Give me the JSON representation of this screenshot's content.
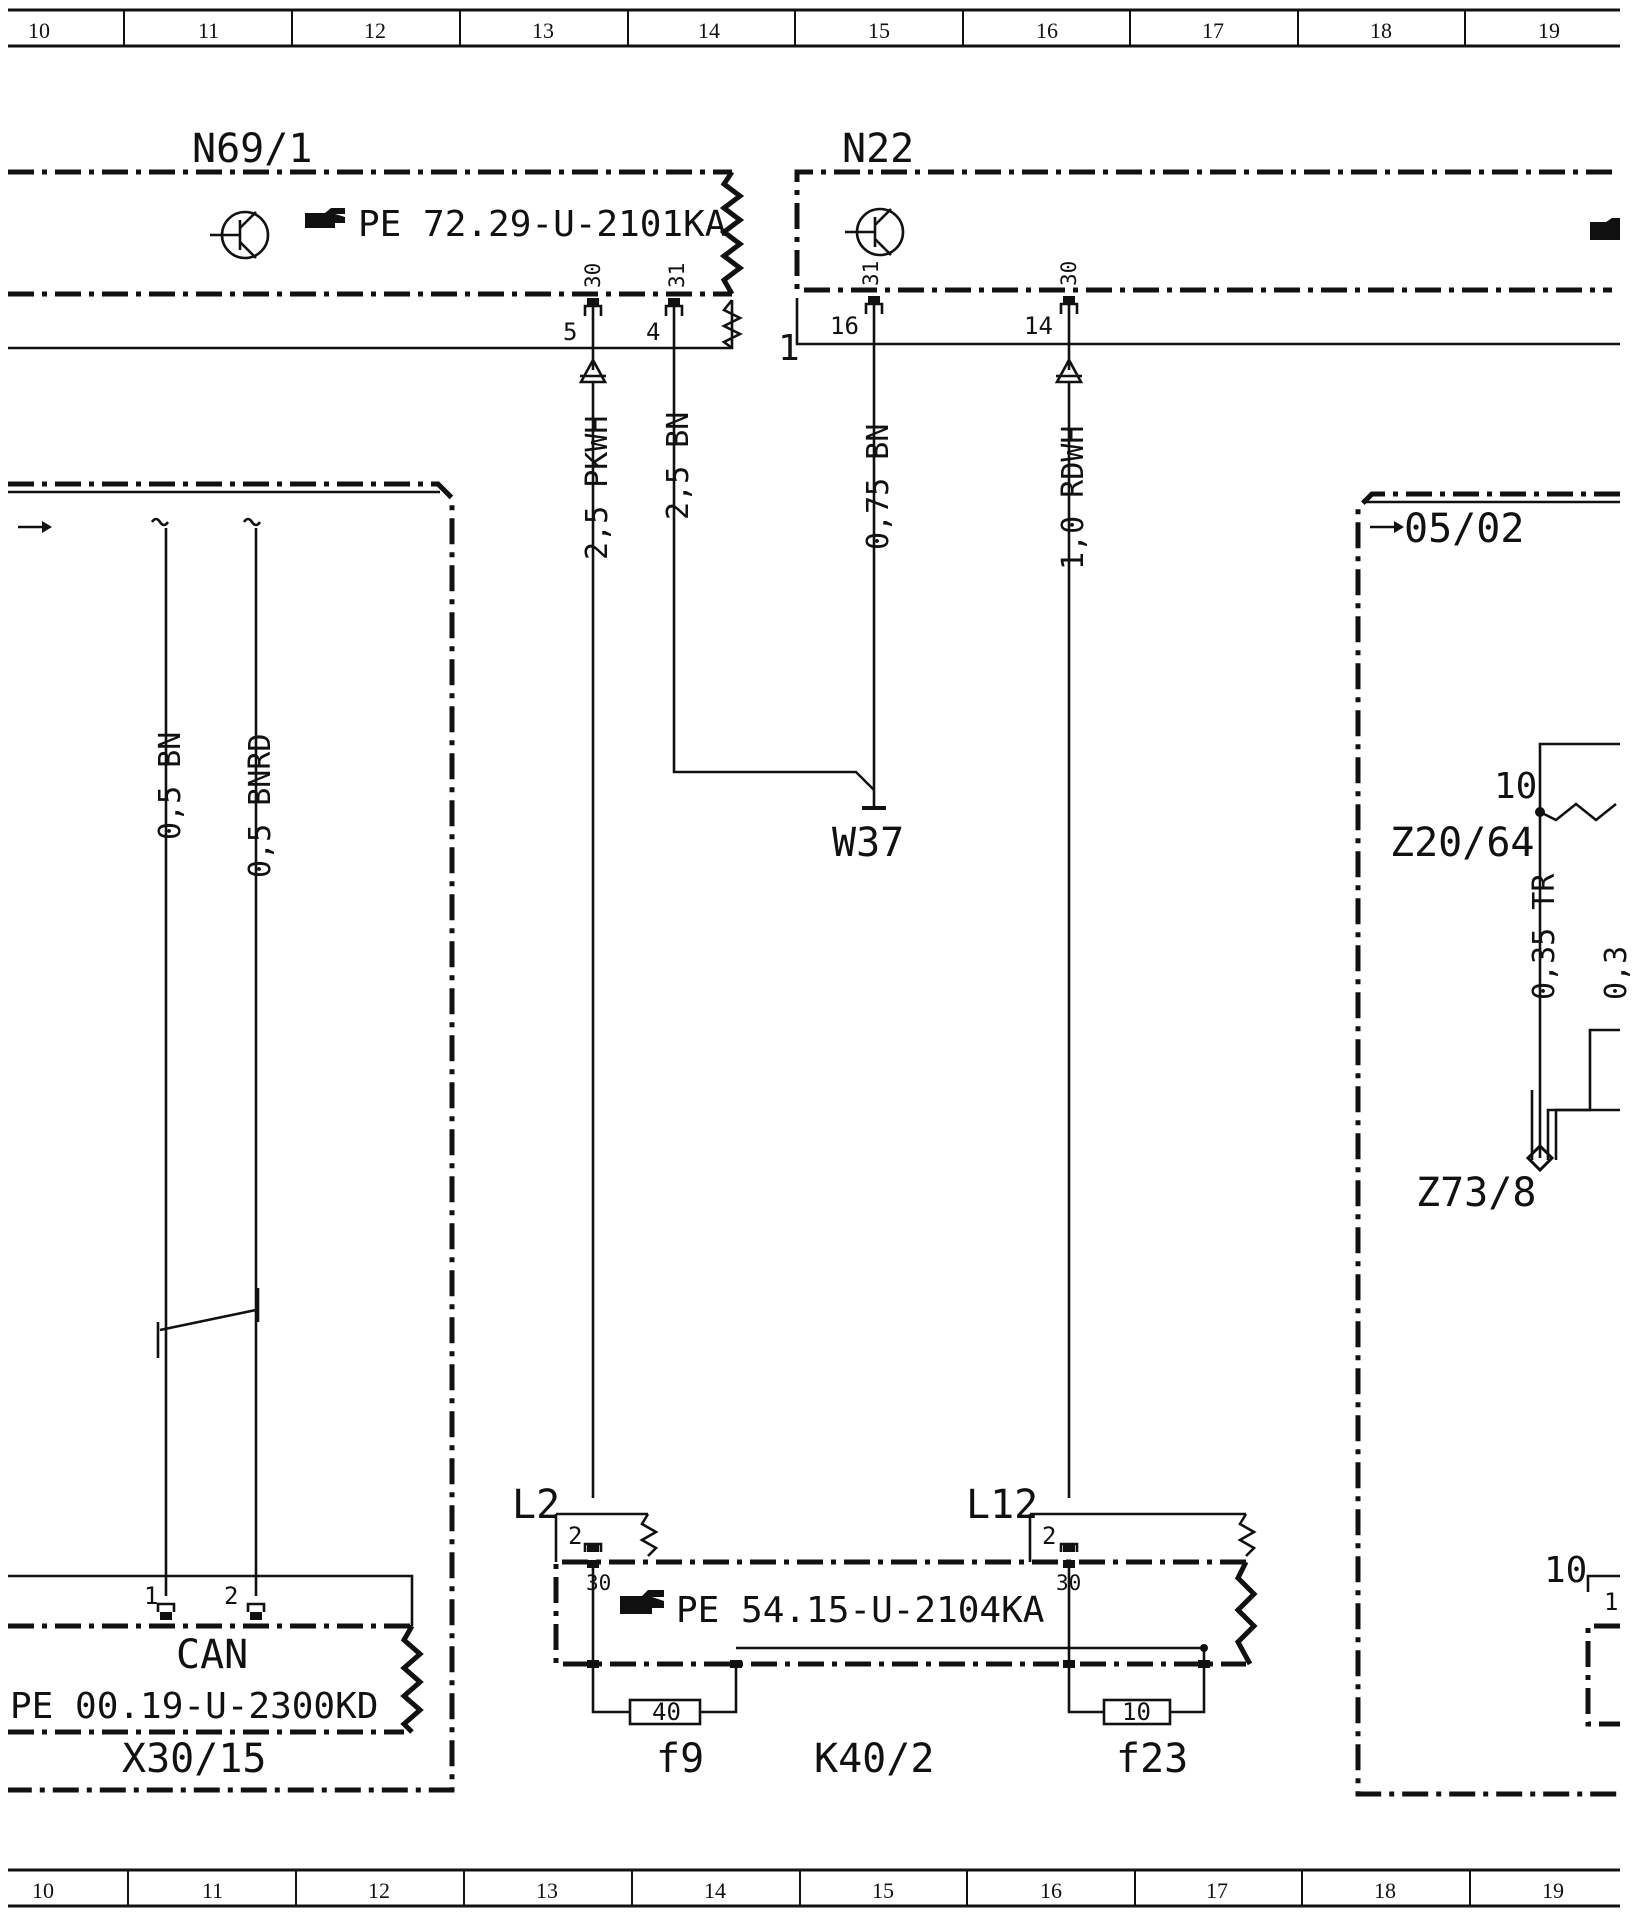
{
  "ruler": {
    "cells": [
      "10",
      "11",
      "12",
      "13",
      "14",
      "15",
      "16",
      "17",
      "18",
      "19"
    ]
  },
  "components": {
    "n69_1": {
      "name": "N69/1",
      "ref": "PE  72.29-U-2101KA"
    },
    "n22": {
      "name": "N22"
    },
    "x30_15": {
      "name": "X30/15",
      "sub": "CAN",
      "ref": "PE  00.19-U-2300KD"
    },
    "k40_2": {
      "name": "K40/2",
      "ref": "PE  54.15-U-2104KA"
    },
    "w37": {
      "name": "W37"
    },
    "z20_64": {
      "name": "Z20/64",
      "pin": "10"
    },
    "z73_8": {
      "name": "Z73/8"
    },
    "arrow_ref": {
      "text": "05/02"
    }
  },
  "fuses": {
    "f9": {
      "name": "f9",
      "rating": "40"
    },
    "f23": {
      "name": "f23",
      "rating": "10"
    }
  },
  "wires": {
    "pkwh": "2,5  PKWH",
    "bn25": "2,5  BN",
    "bn075": "0,75  BN",
    "rdwh": "1,0  RDWH",
    "bn05": "0,5  BN",
    "bnrd": "0,5  BNRD",
    "tr": "0,35  TR"
  },
  "pins": {
    "n69_t30": "30",
    "n69_t31": "31",
    "n69_p5": "5",
    "n69_p4": "4",
    "n22_t31": "31",
    "n22_t30": "30",
    "n22_p16": "16",
    "n22_p14": "14",
    "n22_p1": "1",
    "l2": "L2",
    "l2_pin": "2",
    "l12": "L12",
    "l12_pin": "2",
    "k_t30a": "30",
    "k_t30b": "30",
    "x30_p1": "1",
    "x30_p2": "2",
    "right_pin10": "10",
    "right_pin1": "1"
  }
}
